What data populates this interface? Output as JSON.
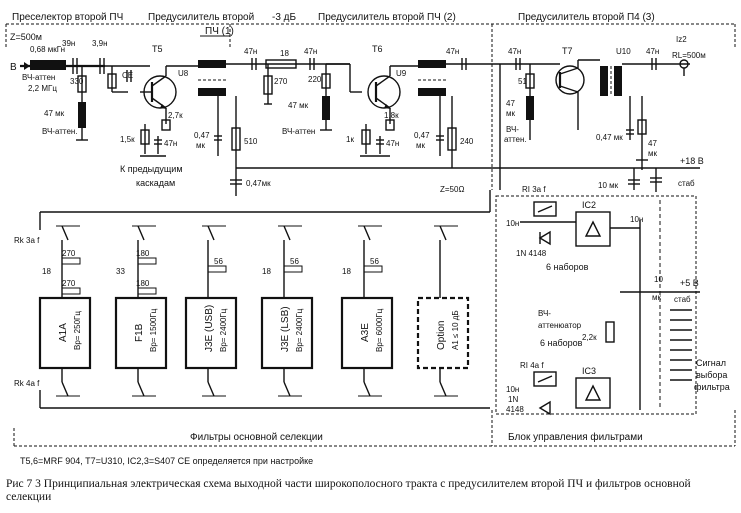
{
  "headers": {
    "preselector": "Преселектор второй ПЧ",
    "preamp1_a": "Предусилитель второй",
    "preamp1_b": "ПЧ (1)",
    "db": "-3 дБ",
    "preamp2": "Предусилитель второй ПЧ (2)",
    "preamp3": "Предусилитель второй П4 (3)"
  },
  "labels": {
    "z_in": "Z=500м",
    "b_in": "B",
    "r_in": "0,68 мкГн",
    "c39a": "39н",
    "c39b": "3,9н",
    "atten1_a": "ВЧ-аттен",
    "atten1_b": "2,2 МГц",
    "r330": "330",
    "l47a": "47 мк",
    "atten1_c": "ВЧ-аттен.",
    "ce": "CE",
    "t5": "T5",
    "u8": "U8",
    "r27": "2,7к",
    "r15": "1,5к",
    "c47n_a": "47н",
    "c047a_1": "0,47",
    "c047a_2": "мк",
    "r510": "510",
    "c47n_b": "47н",
    "r18a": "18",
    "r270a": "270",
    "c47n_c": "47н",
    "r220": "220",
    "l47b": "47 мк",
    "atten2": "ВЧ-аттен",
    "t6": "T6",
    "u9": "U9",
    "c47n_d": "47н",
    "r18k": "1,8к",
    "r1k": "1к",
    "c47n_e": "47н",
    "c047b_1": "0,47",
    "c047b_2": "мк",
    "r240": "240",
    "c47n_f": "47н",
    "c47n_g": "47н",
    "r51": "51",
    "l47c_1": "47",
    "l47c_2": "мк",
    "atten3_1": "ВЧ-",
    "atten3_2": "аттен.",
    "t7": "T7",
    "u10": "U10",
    "c47n_h": "47н",
    "rl": "RL=500м",
    "lz2": "Iz2",
    "c047c": "0,47 мк",
    "c47_1": "47",
    "c47_2": "мк",
    "vplus18": "+18 В",
    "stab1": "стаб",
    "c10mk_a": "10 мк",
    "prev_1": "К предыдущим",
    "prev_2": "каскадам",
    "c047d": "0,47мк",
    "z50": "Z=50Ω",
    "rk3a": "Rk 3a  f",
    "rk4a": "Rk 4a  f",
    "r270b": "270",
    "r18b": "18",
    "r270c": "270",
    "r180a": "180",
    "r33": "33",
    "r180b": "180",
    "r56a": "56",
    "r18c": "18",
    "r56b": "56",
    "r18d": "18",
    "r56c": "56",
    "r18e": "18",
    "f1": "A1A",
    "f1b": "Bр= 250Гц",
    "f2": "F1B",
    "f2b": "Bр= 1500Гц",
    "f3": "J3E (USB)",
    "f3b": "Bр= 2400Гц",
    "f4": "J3E (LSB)",
    "f4b": "Bр= 2400Гц",
    "f5": "A3E",
    "f5b": "Bр= 6000Гц",
    "f6": "Option",
    "f6b": "A1 ≤ 10 дБ",
    "rl3a": "RI 3a  f",
    "c10n_a": "10н",
    "ic2": "IC2",
    "c10n_b": "10н",
    "d4148a": "1N 4148",
    "sets6a": "6 наборов",
    "c10mk_b_1": "10",
    "c10mk_b_2": "мк",
    "vplus5": "+5 В",
    "stab2": "стаб",
    "atten4_1": "ВЧ-",
    "atten4_2": "аттенюатор",
    "atten4_3": "6 наборов",
    "r22k": "2,2к",
    "rl4a": "RI 4a  f",
    "c10n_c": "10н",
    "ic3": "IC3",
    "d4148b_1": "1N",
    "d4148b_2": "4148",
    "signal_1": "Сигнал",
    "signal_2": "выбора",
    "signal_3": "фильтра",
    "filters": "Фильтры основной селекции",
    "control": "Блок управления фильтрами",
    "parts": "T5,6=MRF 904,  T7=U310,  IC2,3=S407 CE определяется  при  настройке",
    "caption": "Рис 7 3  Принципиальная электрическая схема выходной части широкополосного тракта с предусилителем второй ПЧ и фильтров основной селекции"
  }
}
